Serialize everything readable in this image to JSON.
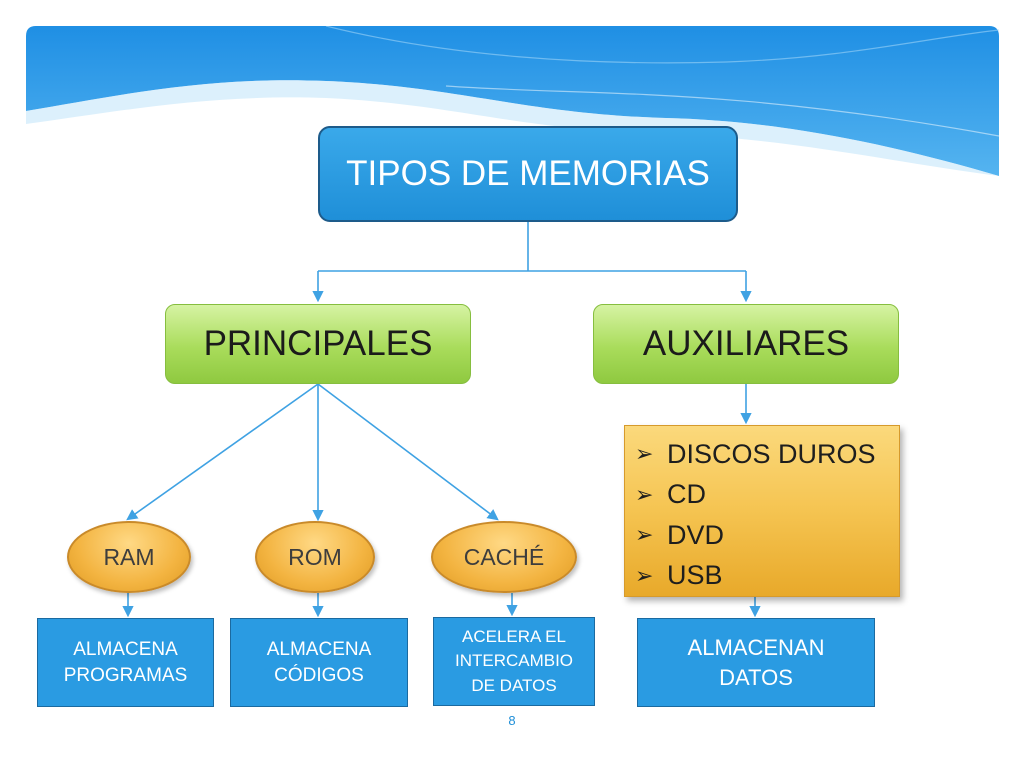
{
  "colors": {
    "root_fill": "#2797e2",
    "level1_fill": "#a9dc5b",
    "oval_fill": "#f3b441",
    "media_fill": "#f5c451",
    "desc_fill": "#2a9be2",
    "connector": "#3fa2e3",
    "banner": "#2d9be8"
  },
  "root": {
    "label": "TIPOS DE MEMORIAS"
  },
  "categories": {
    "principales": {
      "label": "PRINCIPALES"
    },
    "auxiliares": {
      "label": "AUXILIARES"
    }
  },
  "principal_types": [
    {
      "label": "RAM",
      "description": "ALMACENA\nPROGRAMAS"
    },
    {
      "label": "ROM",
      "description": "ALMACENA\nCÓDIGOS"
    },
    {
      "label": "CACHÉ",
      "description": "ACELERA EL\nINTERCAMBIO\nDE DATOS"
    }
  ],
  "auxiliary_media": {
    "bullet_icon": "arrow-bullet-icon",
    "items": [
      "DISCOS DUROS",
      "CD",
      "DVD",
      "USB"
    ],
    "description": "ALMACENAN\nDATOS"
  },
  "page_number": "8"
}
